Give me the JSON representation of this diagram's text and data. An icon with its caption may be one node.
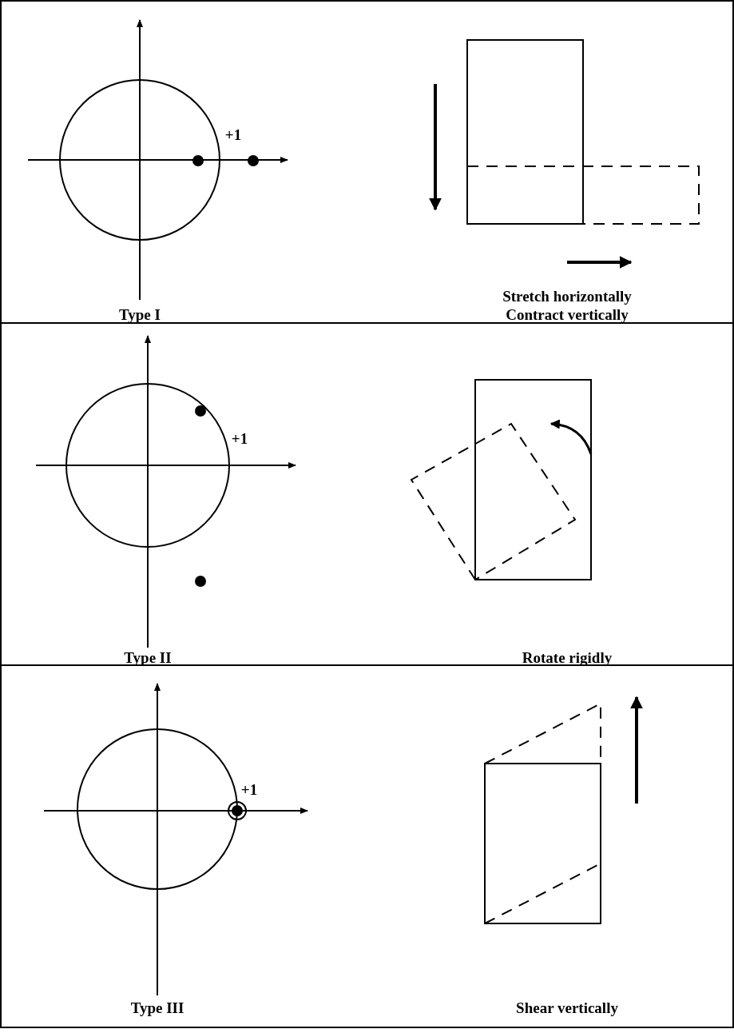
{
  "diagram": {
    "labels": [
      "+1",
      "Type I",
      "Stretch horizontally",
      "Contract vertically",
      "+1",
      "Type II",
      "Rotate rigidly",
      "+1",
      "Type III",
      "Shear vertically"
    ]
  }
}
